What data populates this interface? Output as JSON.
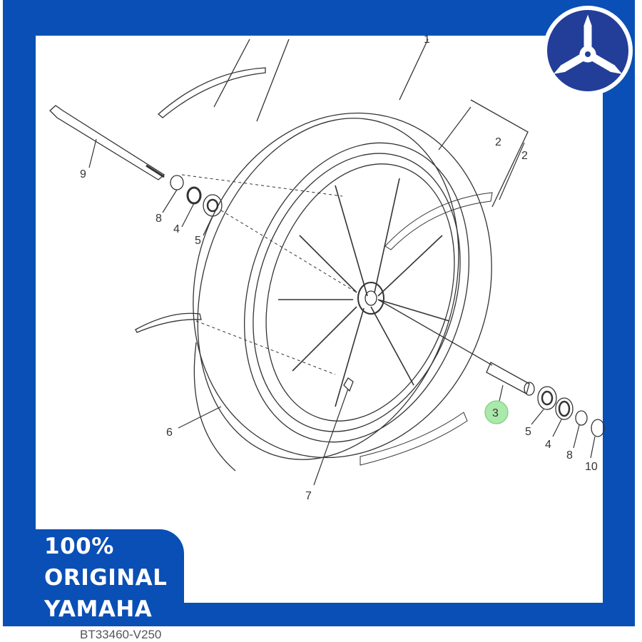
{
  "badge": {
    "line1": "100%",
    "line2": "ORIGINAL",
    "line3": "YAMAHA"
  },
  "caption": "BT33460-V250",
  "logo": {
    "brand": "YAMAHA",
    "icon": "yamaha-tuning-fork-icon"
  },
  "colors": {
    "frame": "#0a4fb5",
    "highlight": "#8fe08f",
    "line": "#333333"
  },
  "callouts": {
    "c1": "1",
    "c2a": "2",
    "c2b": "2",
    "c3": "3",
    "c4a": "4",
    "c4b": "4",
    "c5a": "5",
    "c5b": "5",
    "c6": "6",
    "c7": "7",
    "c8a": "8",
    "c8b": "8",
    "c9": "9",
    "c10": "10"
  },
  "highlighted_part": "3"
}
